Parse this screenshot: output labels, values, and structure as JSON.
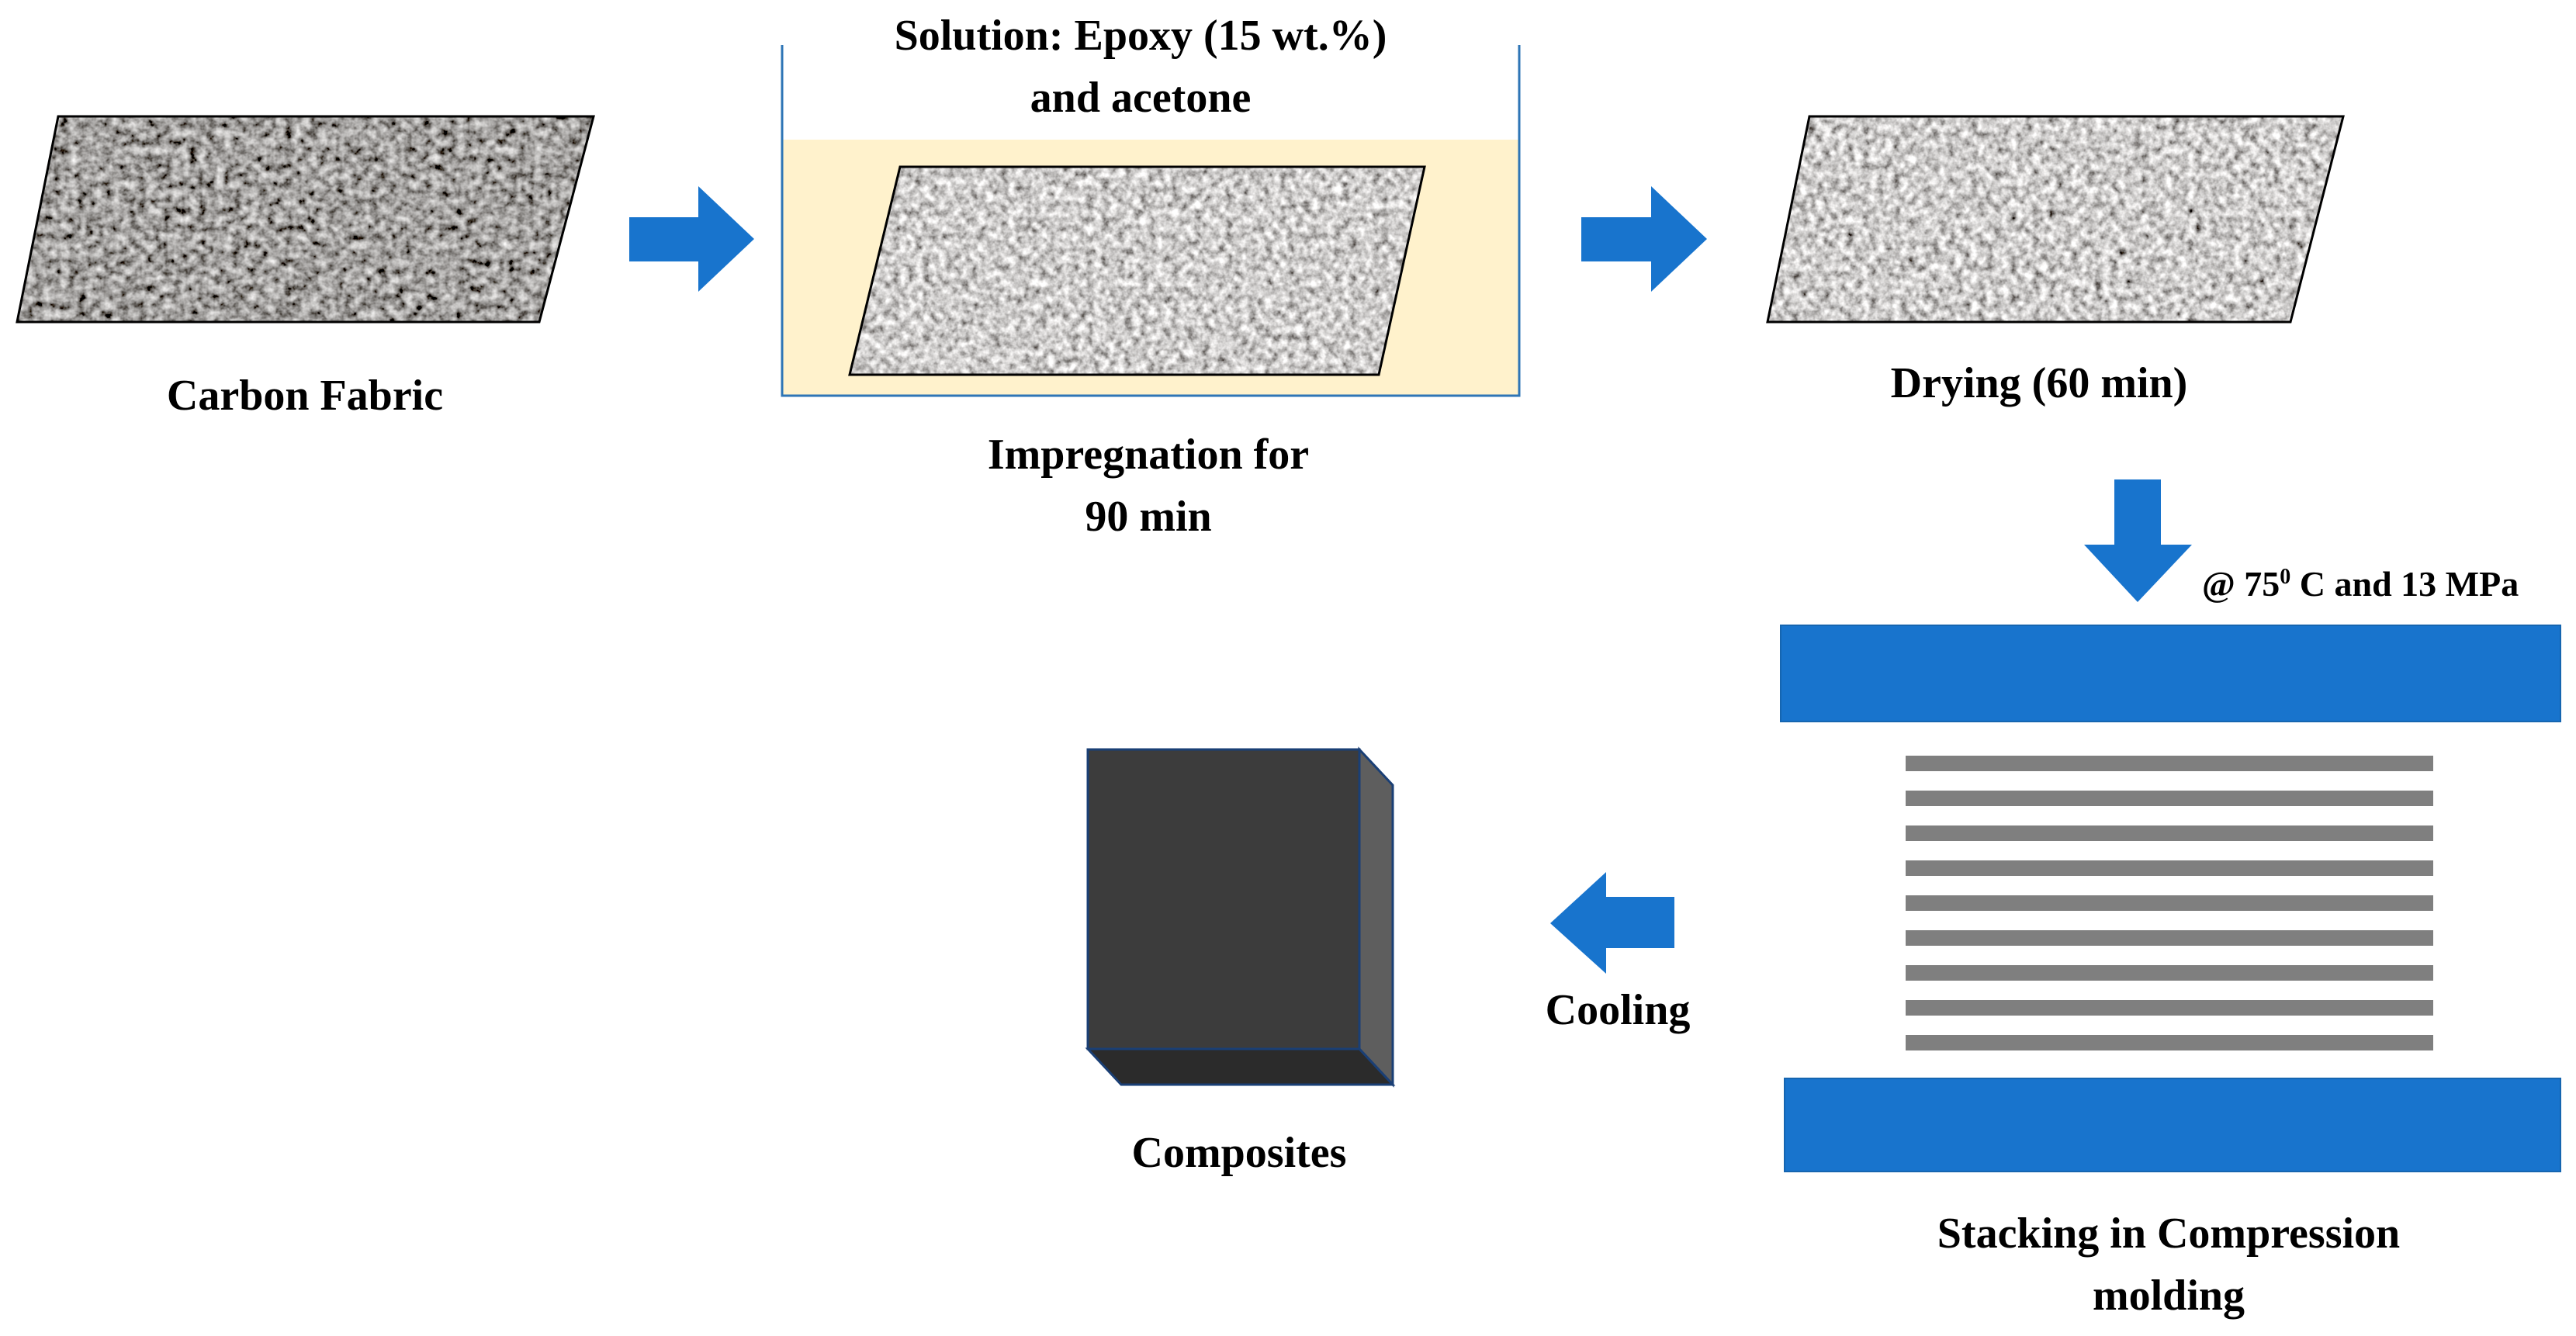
{
  "labels": {
    "carbon_fabric": "Carbon Fabric",
    "solution_line1": "Solution: Epoxy (15 wt.%)",
    "solution_line2": "and acetone",
    "impregnation_line1": "Impregnation for",
    "impregnation_line2": "90 min",
    "drying": "Drying (60 min)",
    "condition_prefix": "@ 75",
    "condition_superscript": "0",
    "condition_suffix": " C and 13 MPa",
    "cooling": "Cooling",
    "composites": "Composites",
    "stacking_line1": "Stacking in Compression",
    "stacking_line2": "molding"
  },
  "colors": {
    "arrow": "#1874CD",
    "press_plate": "#1874CD",
    "solution_fill": "#FFF2CC",
    "container_border": "#2E75B6",
    "fabric_layer": "#7F7F7F",
    "cube_front": "#3C3C3C",
    "cube_side": "#5E5E5E",
    "cube_bottom": "#2B2B2B"
  }
}
